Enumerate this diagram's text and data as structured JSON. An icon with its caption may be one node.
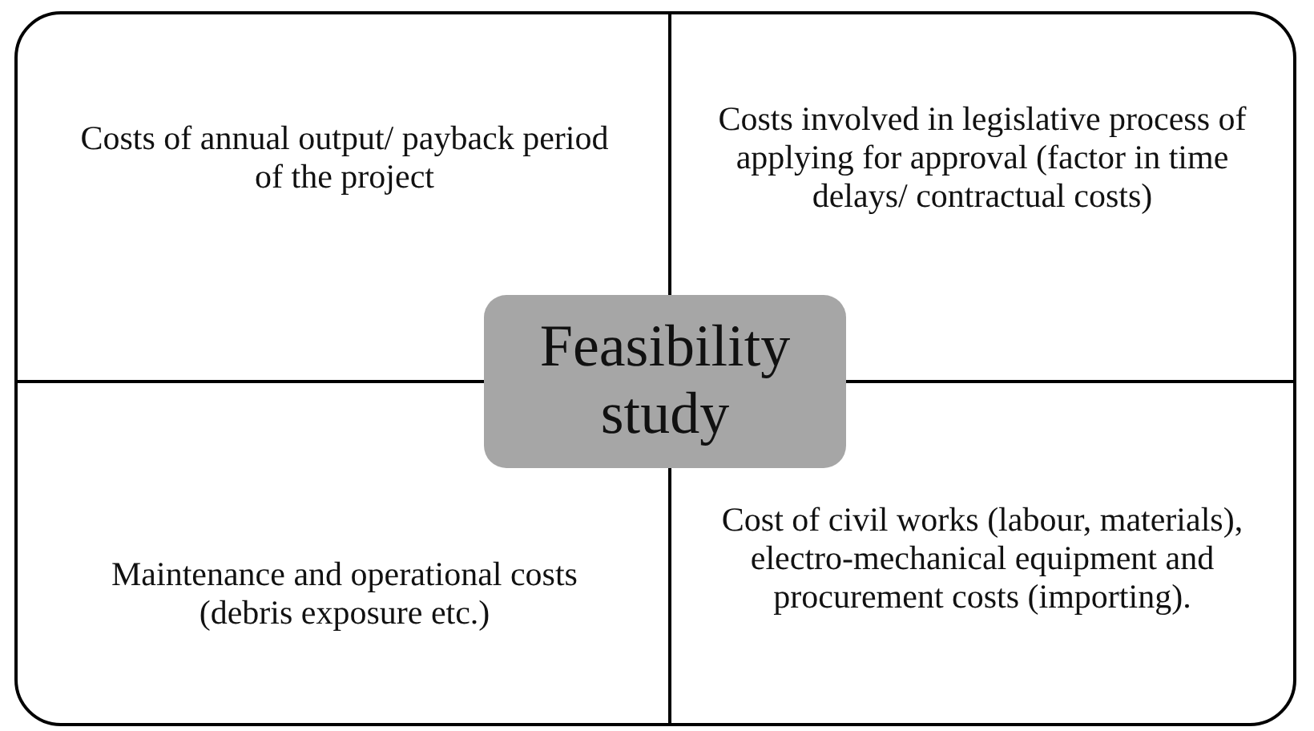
{
  "diagram": {
    "nodes": [
      {
        "text": [
          "Costs of annual output/ payback period of the project"
        ]
      },
      {
        "text": [
          "Costs involved in legislative process of applying for approval (factor in time delays/ contractual costs)"
        ]
      },
      {
        "text": [
          "Feasibility study"
        ]
      },
      {
        "text": [
          "Maintenance and operational costs (debris exposure etc.)"
        ]
      },
      {
        "text": [
          "Cost of civil works (labour, materials), electro-mechanical equipment and procurement costs (importing)."
        ]
      }
    ]
  }
}
